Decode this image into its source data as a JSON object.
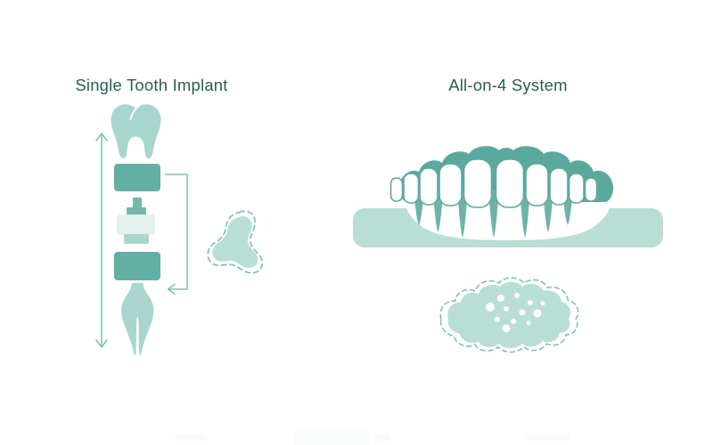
{
  "colors": {
    "background": "#ffffff",
    "title-text": "#2b5e54",
    "teal-dark": "#5ba99e",
    "teal-mid": "#62b0a3",
    "teal-screw": "#74b7ab",
    "teal-post": "#6db3a8",
    "teal-light": "#a8d6cc",
    "teal-pale": "#b9ded6",
    "teal-faint": "#e3f1ee",
    "line-color": "#7fc0b4",
    "tooth-white": "#ffffff"
  },
  "left_panel": {
    "title": "Single Tooth Implant",
    "illustration": "single-tooth-implant-exploded-diagram",
    "icons": [
      "height-range-arrow",
      "tooth-crown",
      "crown-base-block",
      "abutment-screw",
      "abutment",
      "implant-body-block",
      "tooth-root",
      "implant-length-bracket",
      "bone-graft-blob"
    ]
  },
  "right_panel": {
    "title": "All-on-4 System",
    "illustration": "all-on-4-full-arch-denture-diagram",
    "icons": [
      "jawbone-bar",
      "denture-gum",
      "denture-teeth",
      "implant-posts",
      "bone-graft-cloud"
    ]
  }
}
